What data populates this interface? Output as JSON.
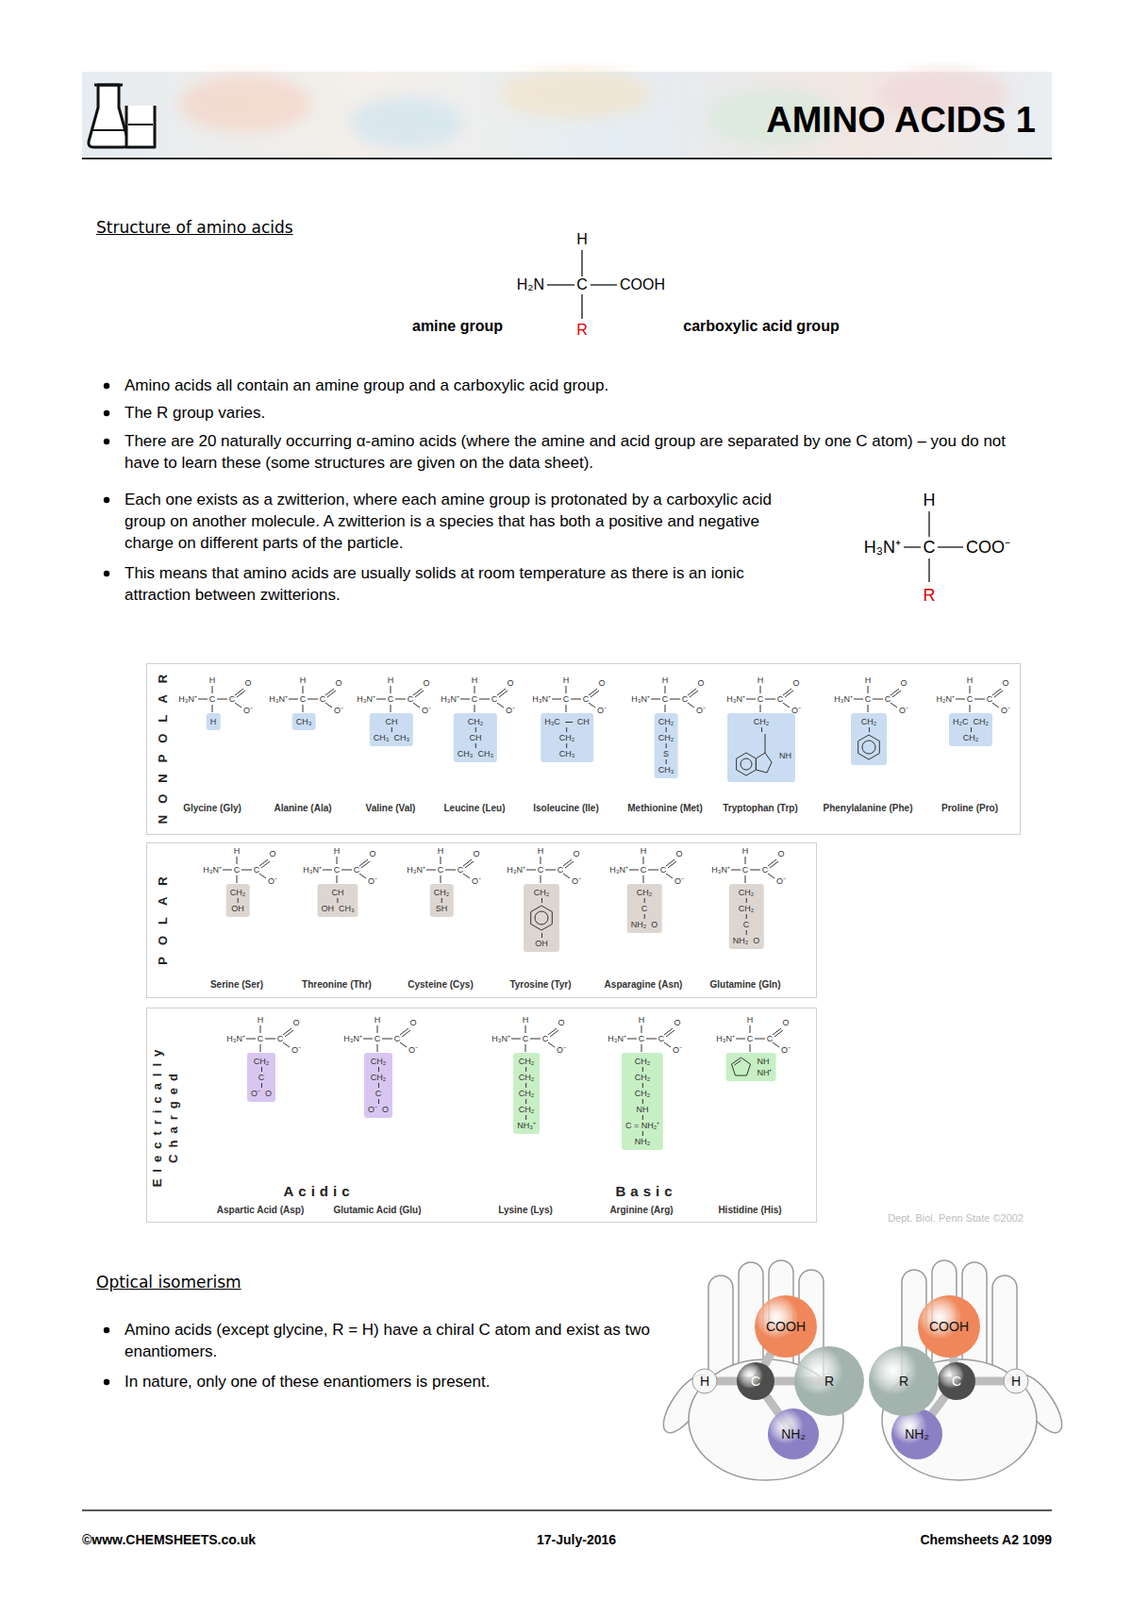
{
  "diagram": {
    "title": "AMINO ACIDS 1",
    "nodes": [
      {
        "text": [
          "NONPOLAR"
        ]
      },
      {
        "text": [
          "H"
        ],
        "in": 0
      },
      {
        "text": [
          "CH₃"
        ],
        "in": 0
      },
      {
        "text": [
          "CH",
          "CH₃",
          "CH₃"
        ],
        "in": 0
      },
      {
        "text": [
          "CH₂",
          "CH",
          "CH₃",
          "CH₃"
        ],
        "in": 0
      },
      {
        "text": [
          "H₃C",
          "CH",
          "CH₂",
          "CH₃"
        ],
        "in": 0
      },
      {
        "text": [
          "CH₂",
          "CH₂",
          "S",
          "CH₃"
        ],
        "in": 0
      },
      {
        "text": [
          "CH₂",
          "NH"
        ],
        "in": 0
      },
      {
        "text": [
          "CH₂"
        ],
        "in": 0
      },
      {
        "text": [
          "H₂C",
          "CH₂",
          "CH₂"
        ],
        "in": 0
      },
      {
        "text": [
          "POLAR"
        ]
      },
      {
        "text": [
          "CH₂",
          "OH"
        ],
        "in": 10
      },
      {
        "text": [
          "CH",
          "OH",
          "CH₃"
        ],
        "in": 10
      },
      {
        "text": [
          "CH₂",
          "SH"
        ],
        "in": 10
      },
      {
        "text": [
          "CH₂",
          "OH"
        ],
        "in": 10
      },
      {
        "text": [
          "CH₂",
          "C",
          "NH₂",
          "O"
        ],
        "in": 10
      },
      {
        "text": [
          "CH₂",
          "CH₂",
          "C",
          "NH₂",
          "O"
        ],
        "in": 10
      },
      {
        "text": [
          "Electrically Charged"
        ]
      },
      {
        "text": [
          "CH₂",
          "C",
          "O⁻",
          "O"
        ],
        "in": 17
      },
      {
        "text": [
          "CH₂",
          "CH₂",
          "C",
          "O⁻",
          "O"
        ],
        "in": 17
      },
      {
        "text": [
          "CH₂",
          "CH₂",
          "CH₂",
          "CH₂",
          "NH₃⁺"
        ],
        "in": 17
      },
      {
        "text": [
          "CH₂",
          "CH₂",
          "CH₂",
          "NH",
          "C = NH₂⁺",
          "NH₂"
        ],
        "in": 17
      },
      {
        "text": [
          "NH",
          "NH⁺"
        ],
        "in": 17
      }
    ],
    "labels": [
      "Structure of amino acids",
      "H",
      "H₂N",
      "C",
      "COOH",
      "R",
      "amine group",
      "carboxylic acid group",
      "Amino acids all contain an amine group and a carboxylic acid group.",
      "The R group varies.",
      "There are 20 naturally occurring α-amino acids (where the amine and acid group are separated by one C atom) – you do not have to learn these (some structures are given on the data sheet).",
      "Each one exists as a zwitterion, where each amine group is protonated by a carboxylic acid group on another molecule. A zwitterion is a species that has both a positive and negative charge on different parts of the particle.",
      "This means that amino acids are usually solids at room temperature as there is an ionic attraction between zwitterions.",
      "H",
      "H₃N⁺",
      "C",
      "COO⁻",
      "R",
      "H",
      "H₃N⁺",
      "C",
      "C",
      "O",
      "O⁻",
      "Glycine (Gly)",
      "H",
      "H₃N⁺",
      "C",
      "C",
      "O",
      "O⁻",
      "Alanine (Ala)",
      "H",
      "H₃N⁺",
      "C",
      "C",
      "O",
      "O⁻",
      "Valine (Val)",
      "H",
      "H₃N⁺",
      "C",
      "C",
      "O",
      "O⁻",
      "Leucine (Leu)",
      "H",
      "H₃N⁺",
      "C",
      "C",
      "O",
      "O⁻",
      "Isoleucine (Ile)",
      "H",
      "H₃N⁺",
      "C",
      "C",
      "O",
      "O⁻",
      "Methionine (Met)",
      "H",
      "H₃N⁺",
      "C",
      "C",
      "O",
      "O⁻",
      "Tryptophan (Trp)",
      "H",
      "H₃N⁺",
      "C",
      "C",
      "O",
      "O⁻",
      "Phenylalanine (Phe)",
      "H",
      "H₂N⁺",
      "C",
      "C",
      "O",
      "O⁻",
      "Proline (Pro)",
      "H",
      "H₃N⁺",
      "C",
      "C",
      "O",
      "O⁻",
      "Serine (Ser)",
      "H",
      "H₃N⁺",
      "C",
      "C",
      "O",
      "O⁻",
      "Threonine (Thr)",
      "H",
      "H₃N⁺",
      "C",
      "C",
      "O",
      "O⁻",
      "Cysteine (Cys)",
      "H",
      "H₃N⁺",
      "C",
      "C",
      "O",
      "O⁻",
      "Tyrosine (Tyr)",
      "H",
      "H₃N⁺",
      "C",
      "C",
      "O",
      "O⁻",
      "Asparagine (Asn)",
      "H",
      "H₃N⁺",
      "C",
      "C",
      "O",
      "O⁻",
      "Glutamine (Gln)",
      "H",
      "H₃N⁺",
      "C",
      "C",
      "O",
      "O⁻",
      "Aspartic Acid (Asp)",
      "H",
      "H₃N⁺",
      "C",
      "C",
      "O",
      "O⁻",
      "Glutamic Acid (Glu)",
      "H",
      "H₃N⁺",
      "C",
      "C",
      "O",
      "O⁻",
      "Lysine (Lys)",
      "H",
      "H₃N⁺",
      "C",
      "C",
      "O",
      "O⁻",
      "Arginine (Arg)",
      "H",
      "H₃N⁺",
      "C",
      "C",
      "O",
      "O⁻",
      "Histidine (His)",
      "Acidic",
      "Basic",
      "Dept. Biol. Penn State ©2002",
      "Optical isomerism",
      "Amino acids (except glycine, R = H) have a chiral C atom and exist as two enantiomers.",
      "In nature, only one of these enantiomers is present.",
      "COOH",
      "H",
      "C",
      "R",
      "NH₂",
      "COOH",
      "R",
      "C",
      "H",
      "NH₂",
      "©www.CHEMSHEETS.co.uk",
      "17-July-2016",
      "Chemsheets A2 1099"
    ]
  }
}
